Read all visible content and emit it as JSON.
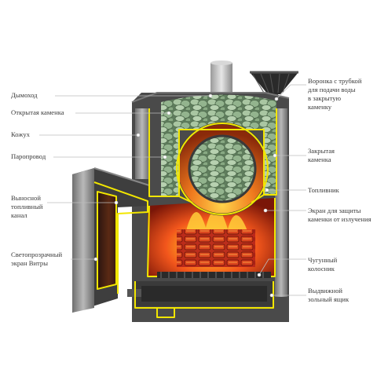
{
  "labels": {
    "left": [
      {
        "id": "chimney",
        "text": "Дымоход"
      },
      {
        "id": "open-heater",
        "text": "Открытая каменка"
      },
      {
        "id": "casing",
        "text": "Кожух"
      },
      {
        "id": "steam-duct",
        "text": "Паропровод"
      },
      {
        "id": "remote-channel",
        "text": "Выносной\nтопливный\nканал"
      },
      {
        "id": "glass-screen",
        "text": "Светопрозрачный\nэкран Витры"
      }
    ],
    "right": [
      {
        "id": "funnel",
        "text": "Воронка с трубкой\nдля подачи воды\nв закрытую\nкаменку"
      },
      {
        "id": "closed-heater",
        "text": "Закрытая\nкаменка"
      },
      {
        "id": "firebox",
        "text": "Топливник"
      },
      {
        "id": "radiation-screen",
        "text": "Экран для защиты\nкаменки от излучения"
      },
      {
        "id": "grate",
        "text": "Чугунный\nколосник"
      },
      {
        "id": "ash-box",
        "text": "Выдвижной\nзольный ящик"
      }
    ]
  },
  "colors": {
    "outline": "#f2e600",
    "body": "#3b3b3b",
    "steel": "#8e8e8e",
    "fire": "#e8461a",
    "stones": "#8fb08a"
  }
}
